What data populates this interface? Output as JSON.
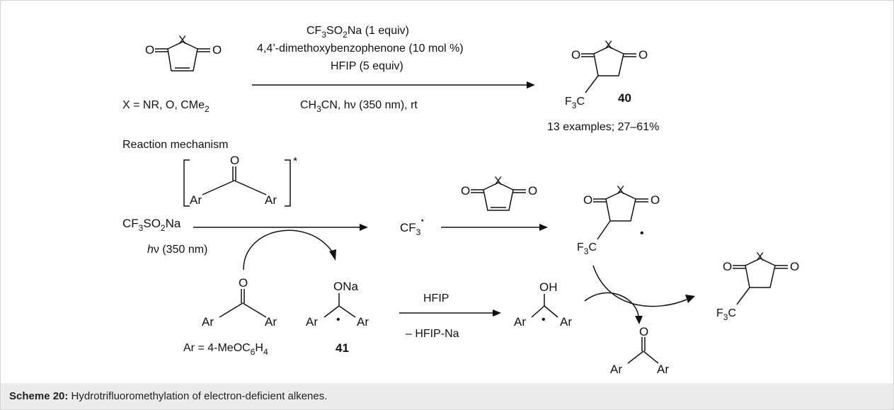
{
  "scheme": {
    "caption_label": "Scheme 20:",
    "caption_text": " Hydrotrifluoromethylation of electron-deficient alkenes.",
    "top_reaction": {
      "reagent_1a": "CF",
      "reagent_1b": "SO",
      "reagent_1c": "Na (1 equiv)",
      "reagent_2": "4,4’-dimethoxybenzophenone (10 mol %)",
      "reagent_3": "HFIP (5 equiv)",
      "conditions_a": "CH",
      "conditions_b": "CN, h",
      "conditions_nu": "ν",
      "conditions_c": " (350 nm), rt",
      "x_def_a": "X = NR, O, CMe",
      "product_number": "40",
      "examples": "13 examples; 27–61%"
    },
    "mechanism": {
      "heading": "Reaction mechanism",
      "sulfinate_a": "CF",
      "sulfinate_b": "SO",
      "sulfinate_c": "Na",
      "light_h": "h",
      "light_nu": "ν",
      "light_rest": " (350 nm)",
      "radical": "CF",
      "hfip_top": "HFIP",
      "hfip_bottom": "– HFIP-Na",
      "ar_def_a": "Ar = 4-MeOC",
      "ar_def_b": "H",
      "intermediate_number": "41",
      "excited_mark": "*"
    },
    "atoms": {
      "o": "O",
      "x": "X",
      "ar": "Ar",
      "f3c_a": "F",
      "f3c_b": "C",
      "ona": "ONa",
      "oh": "OH",
      "sub2": "2",
      "sub3": "3",
      "sub4": "4",
      "sub6": "6",
      "dot": "•",
      "radical_dot": "·"
    }
  }
}
